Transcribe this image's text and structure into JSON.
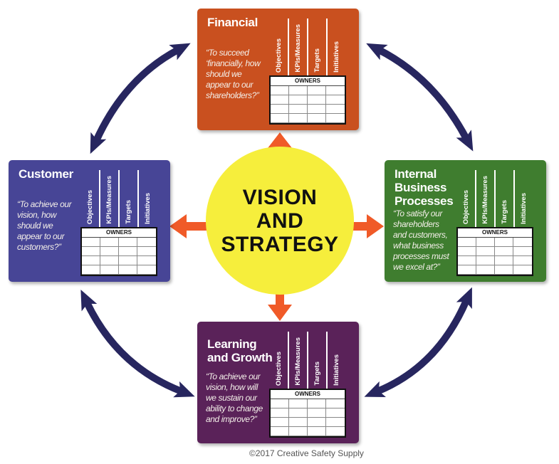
{
  "center": {
    "line1": "VISION",
    "line2": "AND",
    "line3": "STRATEGY"
  },
  "column_labels": [
    "Objectives",
    "KPIs/Measures",
    "Targets",
    "Initiatives"
  ],
  "owners_label": "OWNERS",
  "cards": {
    "financial": {
      "title": "Financial",
      "quote": "“To succeed ‘financially, how should we appear to our shareholders?”",
      "color": "#c9501f"
    },
    "customer": {
      "title": "Customer",
      "quote": "“To achieve our vision, how should we appear to our customers?”",
      "color": "#474596"
    },
    "internal": {
      "title": "Internal Business Processes",
      "quote": "“To satisfy our shareholders and customers, what business processes must we excel at?”",
      "color": "#3f7d2f"
    },
    "learning": {
      "title": "Learning and Growth",
      "quote": "“To achieve our vision, how will we sustain our ability to change and improve?”",
      "color": "#5a2259"
    }
  },
  "colors": {
    "arrow_orange": "#f05a28",
    "arrow_navy": "#27265f",
    "circle": "#f6ee3c"
  },
  "copyright": "©2017 Creative Safety Supply"
}
